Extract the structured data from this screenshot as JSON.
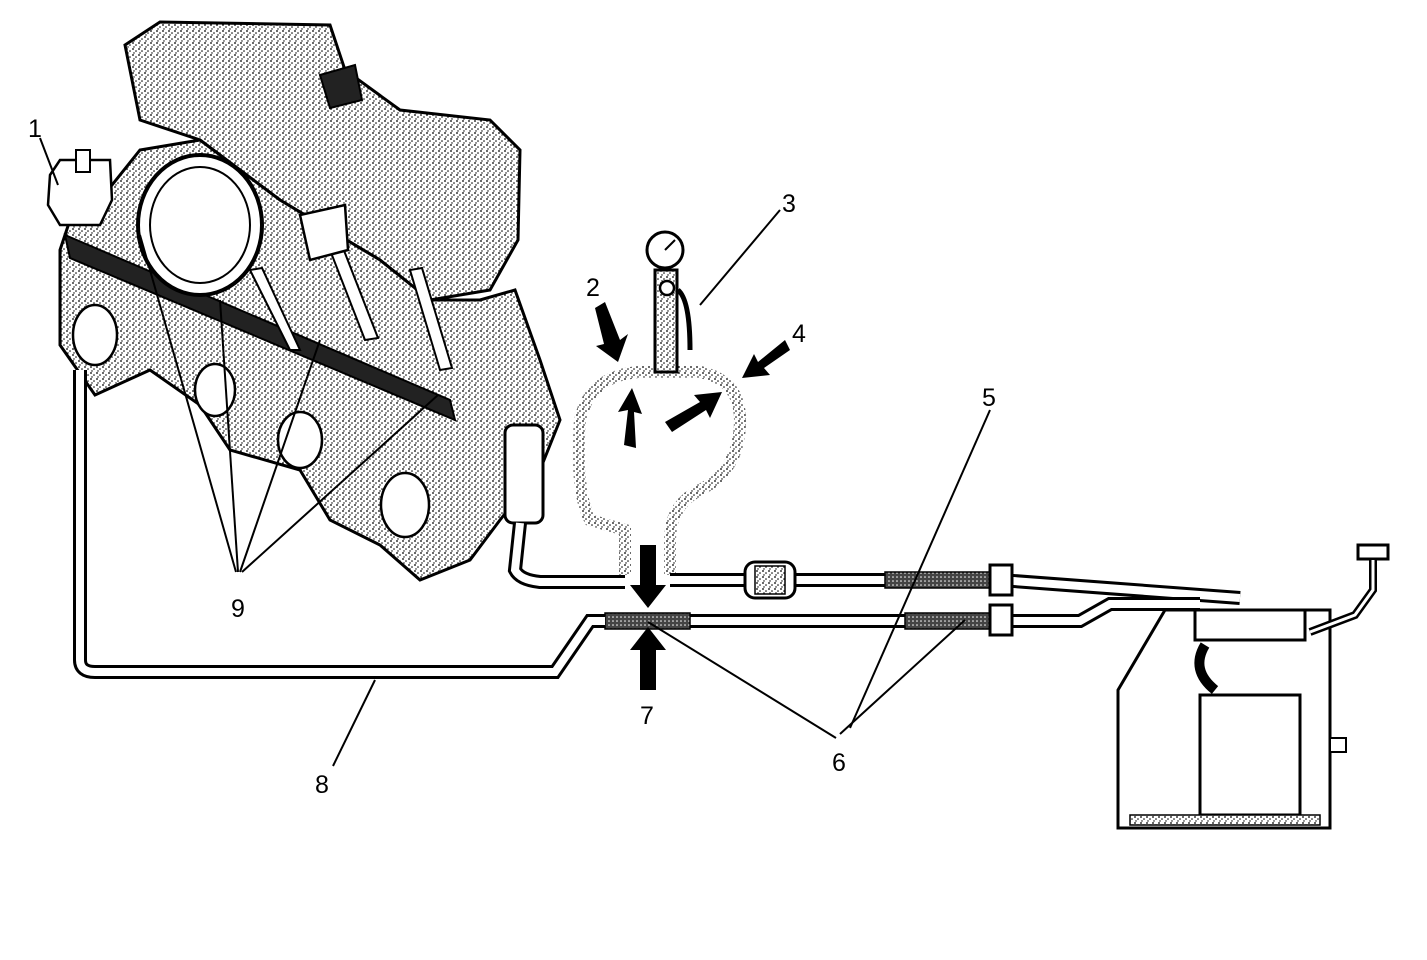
{
  "diagram": {
    "callouts": [
      "1",
      "2",
      "3",
      "4",
      "5",
      "6",
      "7",
      "8",
      "9"
    ]
  },
  "colors": {
    "ink": "#000000",
    "paper": "#ffffff"
  }
}
